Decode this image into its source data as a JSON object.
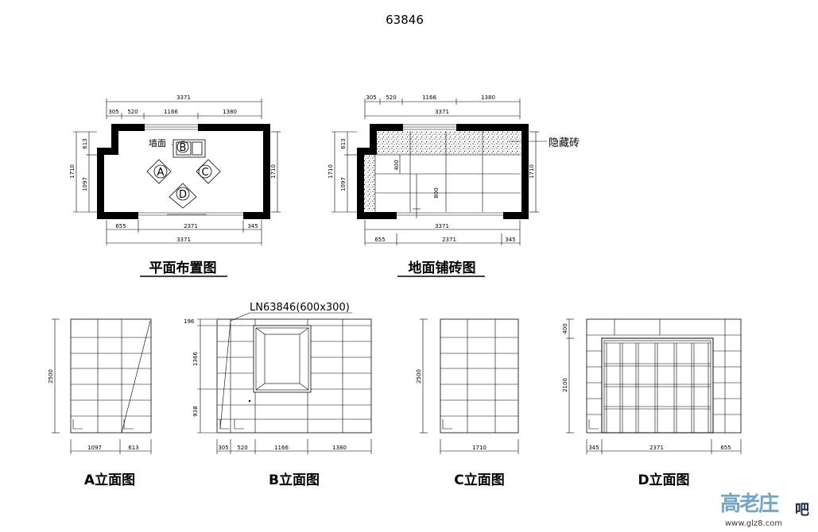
{
  "title": "63846",
  "plan": {
    "caption": "平面布置图",
    "top_total": "3371",
    "top_parts": [
      "305",
      "520",
      "1166",
      "1380"
    ],
    "bottom_parts": [
      "655",
      "2371",
      "345"
    ],
    "bottom_total": "3371",
    "left_outer": "1710",
    "left_parts": [
      "613",
      "1097"
    ],
    "right": "1710",
    "wall_label": "墙面",
    "markers": [
      "A",
      "B",
      "C",
      "D"
    ]
  },
  "tile_plan": {
    "caption": "地面铺砖图",
    "top_parts": [
      "305",
      "520",
      "1166",
      "1380"
    ],
    "top_total": "3371",
    "bottom_total": "3371",
    "bottom_parts": [
      "655",
      "2371",
      "345"
    ],
    "left_outer": "1710",
    "left_parts": [
      "613",
      "1097"
    ],
    "right": "1710",
    "inner_dims": [
      "400",
      "800"
    ],
    "hidden_tile_label": "隐藏砖"
  },
  "elev_a": {
    "caption": "A立面图",
    "height": "2500",
    "bottom": [
      "1097",
      "613"
    ]
  },
  "elev_b": {
    "caption": "B立面图",
    "tile_label": "LN63846(600x300)",
    "left": [
      "196",
      "1366",
      "938"
    ],
    "bottom": [
      "305",
      "520",
      "1166",
      "1380"
    ]
  },
  "elev_c": {
    "caption": "C立面图",
    "height": "2500",
    "bottom": [
      "1710"
    ]
  },
  "elev_d": {
    "caption": "D立面图",
    "left": [
      "400",
      "2100"
    ],
    "bottom": [
      "345",
      "2371",
      "655"
    ]
  },
  "watermark": {
    "logo": "高老庄",
    "suffix": "吧",
    "url": "www.glz8.com"
  }
}
